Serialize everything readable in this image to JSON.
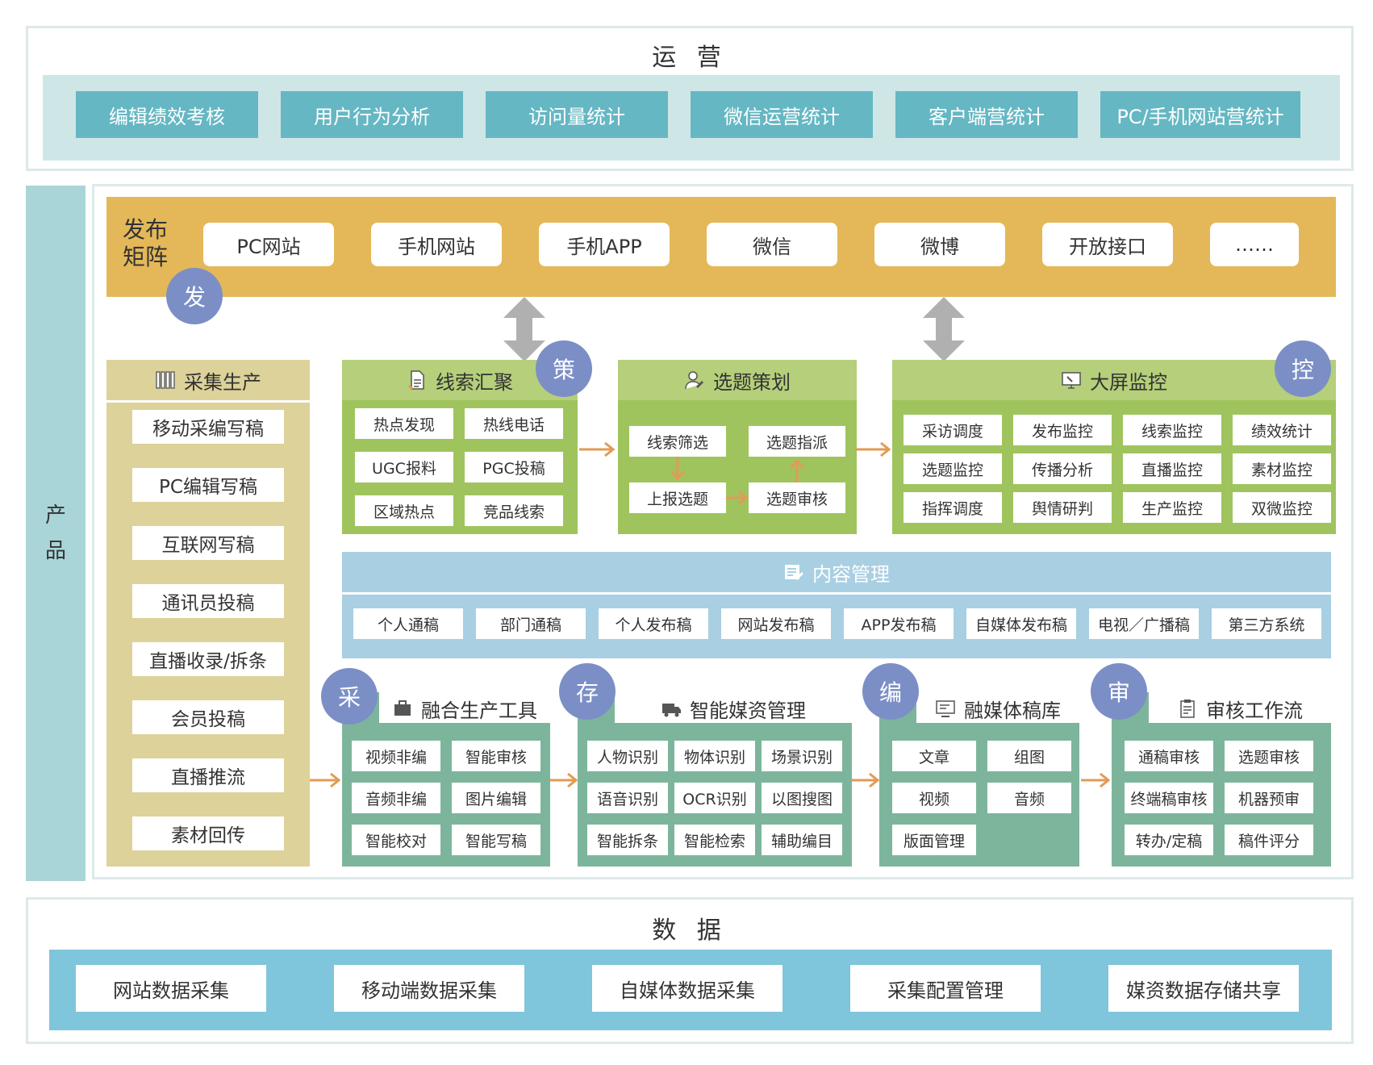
{
  "operations": {
    "title": "运 营",
    "items": [
      "编辑绩效考核",
      "用户行为分析",
      "访问量统计",
      "微信运营统计",
      "客户端营统计",
      "PC/手机网站营统计"
    ]
  },
  "product": {
    "side_label": "产\n品"
  },
  "publish": {
    "label": "发布\n矩阵",
    "items": [
      "PC网站",
      "手机网站",
      "手机APP",
      "微信",
      "微博",
      "开放接口",
      "……"
    ],
    "badge": "发"
  },
  "collect": {
    "title": "采集生产",
    "items": [
      "移动采编写稿",
      "PC编辑写稿",
      "互联网写稿",
      "通讯员投稿",
      "直播收录/拆条",
      "会员投稿",
      "直播推流",
      "素材回传"
    ]
  },
  "clues": {
    "title": "线索汇聚",
    "badge": "策",
    "items": [
      "热点发现",
      "热线电话",
      "UGC报料",
      "PGC投稿",
      "区域热点",
      "竞品线索"
    ]
  },
  "topic": {
    "title": "选题策划",
    "items": [
      "线索筛选",
      "选题指派",
      "上报选题",
      "选题审核"
    ]
  },
  "screen": {
    "title": "大屏监控",
    "badge": "控",
    "items": [
      "采访调度",
      "发布监控",
      "线索监控",
      "绩效统计",
      "选题监控",
      "传播分析",
      "直播监控",
      "素材监控",
      "指挥调度",
      "舆情研判",
      "生产监控",
      "双微监控"
    ]
  },
  "content": {
    "title": "内容管理",
    "items": [
      "个人通稿",
      "部门通稿",
      "个人发布稿",
      "网站发布稿",
      "APP发布稿",
      "自媒体发布稿",
      "电视／广播稿",
      "第三方系统"
    ]
  },
  "tools": {
    "title": "融合生产工具",
    "badge": "采",
    "items": [
      "视频非编",
      "智能审核",
      "音频非编",
      "图片编辑",
      "智能校对",
      "智能写稿"
    ]
  },
  "media": {
    "title": "智能媒资管理",
    "badge": "存",
    "items": [
      "人物识别",
      "物体识别",
      "场景识别",
      "语音识别",
      "OCR识别",
      "以图搜图",
      "智能拆条",
      "智能检索",
      "辅助编目"
    ]
  },
  "library": {
    "title": "融媒体稿库",
    "badge": "编",
    "items": [
      "文章",
      "组图",
      "视频",
      "音频",
      "版面管理"
    ]
  },
  "review": {
    "title": "审核工作流",
    "badge": "审",
    "items": [
      "通稿审核",
      "选题审核",
      "终端稿审核",
      "机器预审",
      "转办/定稿",
      "稿件评分"
    ]
  },
  "data": {
    "title": "数 据",
    "items": [
      "网站数据采集",
      "移动端数据采集",
      "自媒体数据采集",
      "采集配置管理",
      "媒资数据存储共享"
    ]
  },
  "colors": {
    "ops_btn": "#65b7c3",
    "publish_band": "#e4b858",
    "collect": "#dcd29a",
    "green_header": "#b5cf7a",
    "green_panel": "#9fc45e",
    "content_blue": "#a9cfe3",
    "teal": "#7db59c",
    "data_band": "#7fc5dc",
    "badge": "#7b8fc6",
    "arrow": "#e39a55"
  }
}
